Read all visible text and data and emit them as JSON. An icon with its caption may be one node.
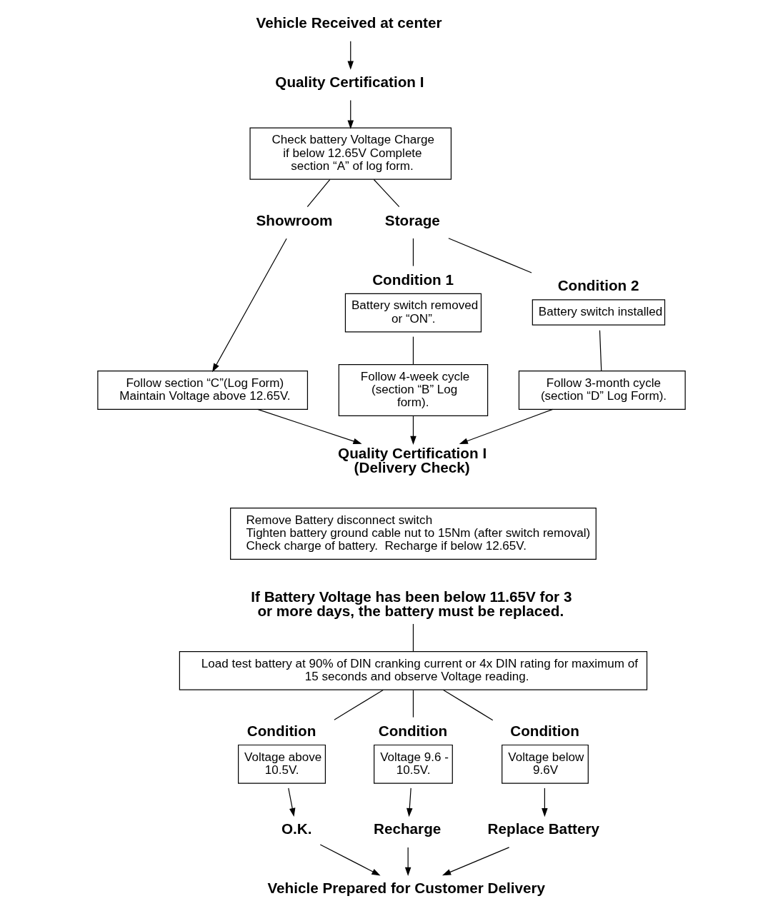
{
  "diagram": {
    "nodes": [
      {
        "text": [
          "Vehicle Received at center"
        ]
      },
      {
        "text": [
          "Quality Certification I"
        ]
      },
      {
        "text": [
          "Check battery Voltage Charge if below 12.65V Complete section “A” of log form."
        ]
      },
      {
        "text": [
          "Showroom"
        ]
      },
      {
        "text": [
          "Storage"
        ]
      },
      {
        "text": [
          "Follow section “C”(Log Form) Maintain Voltage above 12.65V."
        ]
      },
      {
        "text": [
          "Condition 1",
          "Battery switch removed or “ON”."
        ]
      },
      {
        "text": [
          "Condition 2",
          "Battery switch installed"
        ]
      },
      {
        "text": [
          "Follow 4-week cycle (section “B” Log form)."
        ]
      },
      {
        "text": [
          "Follow 3-month cycle (section “D” Log Form)."
        ]
      },
      {
        "text": [
          "Quality Certification I (Delivery Check)"
        ]
      },
      {
        "text": [
          "Remove Battery disconnect switch",
          "Tighten battery ground cable nut to 15Nm (after switch removal)",
          "Check charge of battery.  Recharge if below 12.65V."
        ]
      },
      {
        "text": [
          "If Battery Voltage has been below 11.65V for 3 or more days, the battery must be replaced."
        ]
      },
      {
        "text": [
          "Load test battery at 90% of DIN cranking current or 4x DIN rating for maximum of 15 seconds and observe Voltage reading."
        ]
      },
      {
        "text": [
          "Condition",
          "Voltage above 10.5V."
        ]
      },
      {
        "text": [
          "Condition",
          "Voltage 9.6 - 10.5V."
        ]
      },
      {
        "text": [
          "Condition",
          "Voltage below 9.6V"
        ]
      },
      {
        "text": [
          "O.K."
        ]
      },
      {
        "text": [
          "Recharge"
        ]
      },
      {
        "text": [
          "Replace Battery"
        ]
      },
      {
        "text": [
          "Vehicle Prepared for Customer Delivery"
        ]
      }
    ],
    "edges": [
      {
        "from": 0,
        "to": 1,
        "arrow": "to"
      },
      {
        "from": 1,
        "to": 2,
        "arrow": "to"
      },
      {
        "from": 2,
        "to": 3,
        "arrow": "none"
      },
      {
        "from": 2,
        "to": 4,
        "arrow": "none"
      },
      {
        "from": 3,
        "to": 5,
        "arrow": "to"
      },
      {
        "from": 4,
        "to": 6,
        "arrow": "none"
      },
      {
        "from": 4,
        "to": 7,
        "arrow": "none"
      },
      {
        "from": 6,
        "to": 8,
        "arrow": "none"
      },
      {
        "from": 7,
        "to": 9,
        "arrow": "none"
      },
      {
        "from": 5,
        "to": 10,
        "arrow": "to"
      },
      {
        "from": 8,
        "to": 10,
        "arrow": "to"
      },
      {
        "from": 9,
        "to": 10,
        "arrow": "to"
      },
      {
        "from": 12,
        "to": 13,
        "arrow": "none"
      },
      {
        "from": 13,
        "to": 14,
        "arrow": "none"
      },
      {
        "from": 13,
        "to": 15,
        "arrow": "none"
      },
      {
        "from": 13,
        "to": 16,
        "arrow": "none"
      },
      {
        "from": 14,
        "to": 17,
        "arrow": "to"
      },
      {
        "from": 15,
        "to": 18,
        "arrow": "to"
      },
      {
        "from": 16,
        "to": 19,
        "arrow": "to"
      },
      {
        "from": 17,
        "to": 20,
        "arrow": "to"
      },
      {
        "from": 18,
        "to": 20,
        "arrow": "to"
      },
      {
        "from": 19,
        "to": 20,
        "arrow": "to"
      }
    ]
  }
}
